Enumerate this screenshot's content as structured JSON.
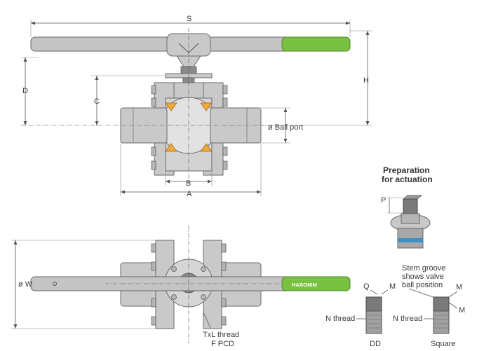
{
  "dimensions": {
    "S": "S",
    "H": "H",
    "D": "D",
    "C": "C",
    "B": "B",
    "A": "A",
    "W": "ø W",
    "ball_port": "ø Ball port",
    "P": "P",
    "Q": "Q",
    "M": "M"
  },
  "actuation": {
    "title_line1": "Preparation",
    "title_line2": "for actuation"
  },
  "stem_groove": {
    "line1": "Stem groove",
    "line2": "shows valve",
    "line3": "ball position"
  },
  "thread_labels": {
    "txl": "TxL thread",
    "fpcd": "F PCD",
    "n_thread_dd": "N thread",
    "n_thread_square": "N thread"
  },
  "stem_types": {
    "dd": "DD",
    "square": "Square"
  },
  "brand": "HABONIM",
  "colors": {
    "handle_tip": "#7ac143",
    "seat": "#f0a93a",
    "body": "#c9c9c9",
    "seal_blue": "#3a8fc8"
  }
}
